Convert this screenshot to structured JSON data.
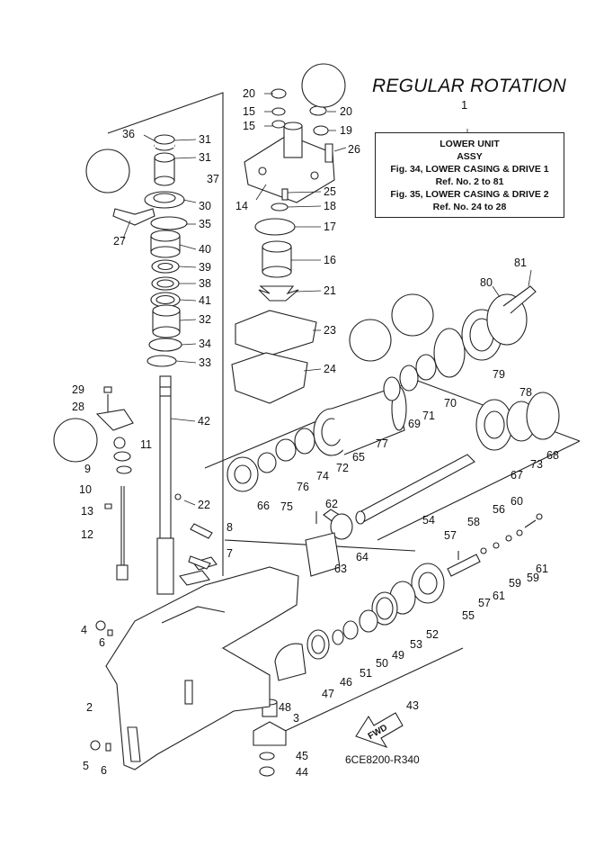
{
  "title": "REGULAR ROTATION",
  "info_box": {
    "ref": "1",
    "line1": "LOWER UNIT",
    "line2": "ASSY",
    "line3": "Fig. 34, LOWER CASING & DRIVE 1",
    "line4": "Ref. No. 2 to 81",
    "line5": "Fig. 35, LOWER CASING & DRIVE 2",
    "line6": "Ref. No. 24 to 28"
  },
  "drawing_code": "6CE8200-R340",
  "fwd_label": "FWD",
  "callouts": [
    "20",
    "15",
    "15",
    "20",
    "19",
    "26",
    "36",
    "31",
    "31",
    "37",
    "30",
    "35",
    "27",
    "14",
    "25",
    "18",
    "17",
    "40",
    "39",
    "38",
    "41",
    "32",
    "34",
    "33",
    "16",
    "21",
    "23",
    "24",
    "81",
    "80",
    "79",
    "78",
    "70",
    "71",
    "69",
    "29",
    "28",
    "11",
    "9",
    "10",
    "42",
    "22",
    "13",
    "12",
    "65",
    "77",
    "72",
    "74",
    "76",
    "75",
    "66",
    "68",
    "73",
    "67",
    "62",
    "54",
    "60",
    "56",
    "58",
    "57",
    "64",
    "63",
    "61",
    "59",
    "59",
    "61",
    "57",
    "55",
    "8",
    "7",
    "4",
    "6",
    "53",
    "52",
    "49",
    "50",
    "51",
    "46",
    "47",
    "48",
    "3",
    "2",
    "43",
    "45",
    "44",
    "5",
    "6"
  ]
}
